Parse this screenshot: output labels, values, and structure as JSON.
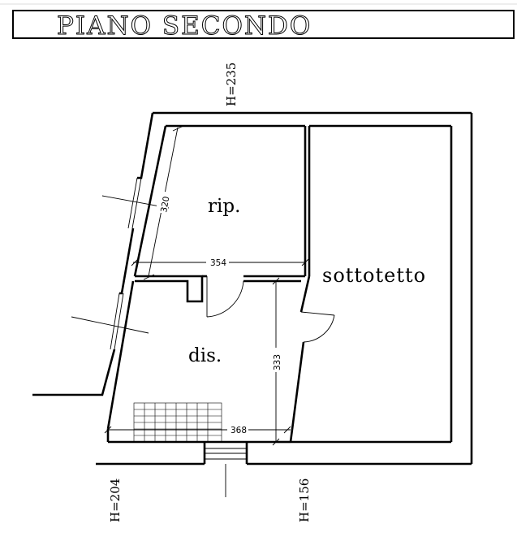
{
  "title": "PIANO SECONDO",
  "rooms": {
    "storage": "rip.",
    "landing": "dis.",
    "attic": "sottotetto"
  },
  "dimensions": {
    "storage_diagonal": "320",
    "storage_width": "354",
    "landing_height": "333",
    "landing_width": "368"
  },
  "heights": {
    "top": "H=235",
    "bottom_left": "H=204",
    "bottom_right": "H=156"
  },
  "colors": {
    "line": "#000000",
    "background": "#ffffff"
  }
}
